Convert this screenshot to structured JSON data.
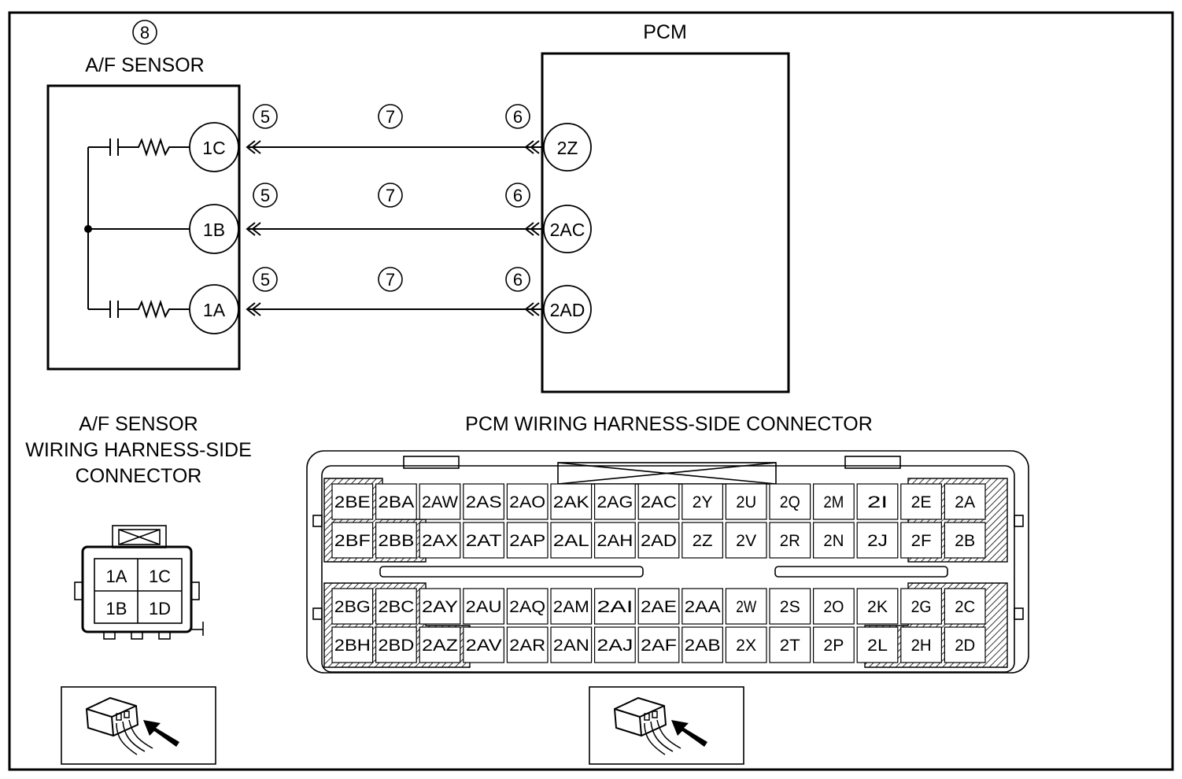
{
  "callouts": {
    "sensor": "8",
    "connector_side": "5",
    "wire": "7",
    "pcm_side": "6"
  },
  "sensor": {
    "title": "A/F SENSOR",
    "pins": [
      "1C",
      "1B",
      "1A"
    ]
  },
  "pcm": {
    "title": "PCM",
    "pins": [
      "2Z",
      "2AC",
      "2AD"
    ]
  },
  "sensor_connector": {
    "title_lines": [
      "A/F SENSOR",
      "WIRING HARNESS-SIDE",
      "CONNECTOR"
    ],
    "pins": [
      [
        "1A",
        "1C"
      ],
      [
        "1B",
        "1D"
      ]
    ]
  },
  "pcm_connector": {
    "title": "PCM WIRING HARNESS-SIDE CONNECTOR",
    "rows": [
      [
        "2BE",
        "2BA",
        "2AW",
        "2AS",
        "2AO",
        "2AK",
        "2AG",
        "2AC",
        "2Y",
        "2U",
        "2Q",
        "2M",
        "2I",
        "2E",
        "2A"
      ],
      [
        "2BF",
        "2BB",
        "2AX",
        "2AT",
        "2AP",
        "2AL",
        "2AH",
        "2AD",
        "2Z",
        "2V",
        "2R",
        "2N",
        "2J",
        "2F",
        "2B"
      ],
      [
        "2BG",
        "2BC",
        "2AY",
        "2AU",
        "2AQ",
        "2AM",
        "2AI",
        "2AE",
        "2AA",
        "2W",
        "2S",
        "2O",
        "2K",
        "2G",
        "2C"
      ],
      [
        "2BH",
        "2BD",
        "2AZ",
        "2AV",
        "2AR",
        "2AN",
        "2AJ",
        "2AF",
        "2AB",
        "2X",
        "2T",
        "2P",
        "2L",
        "2H",
        "2D"
      ]
    ]
  }
}
